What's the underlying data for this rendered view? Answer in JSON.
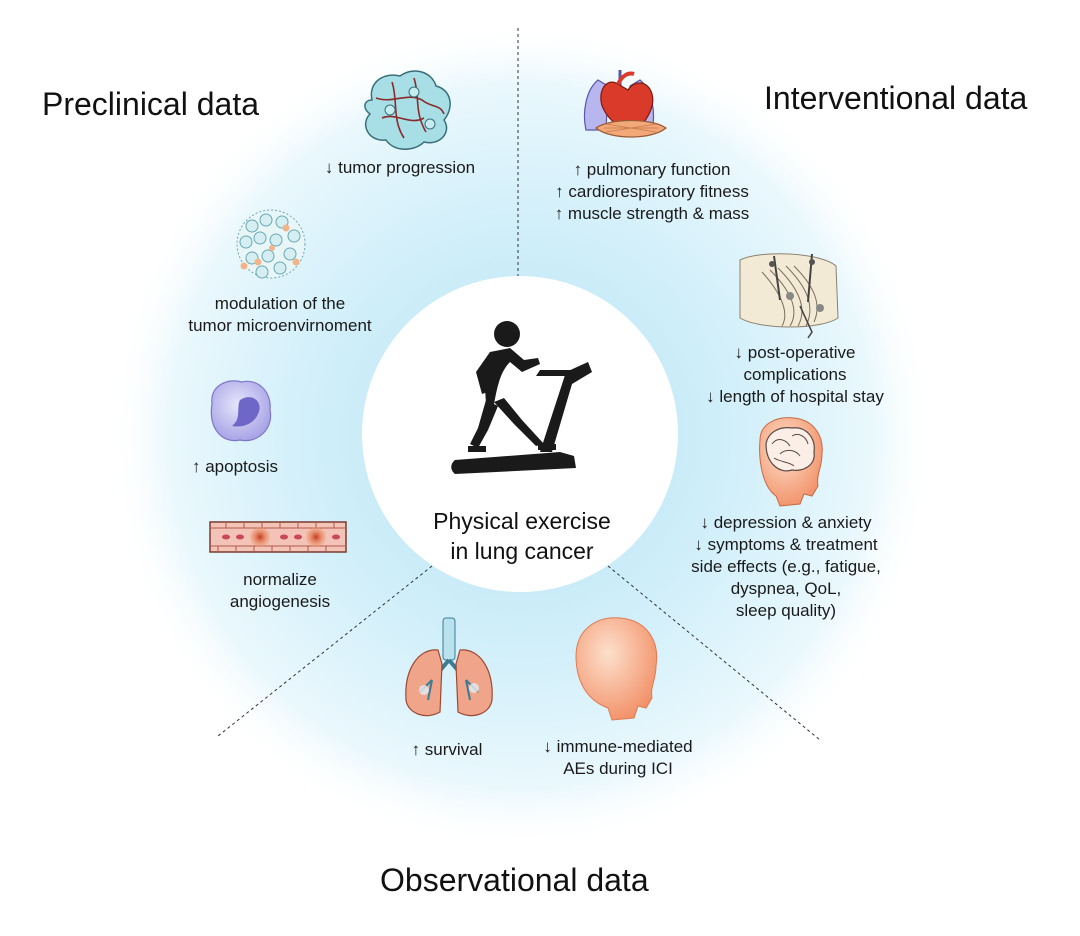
{
  "sections": {
    "preclinical": "Preclinical data",
    "interventional": "Interventional data",
    "observational": "Observational data"
  },
  "center": {
    "line1": "Physical exercise",
    "line2": "in lung cancer"
  },
  "preclinical_items": {
    "tumor_progression": [
      "↓ tumor progression"
    ],
    "microenvironment": [
      "modulation of the",
      "tumor microenvirnoment"
    ],
    "apoptosis": [
      "↑ apoptosis"
    ],
    "angiogenesis": [
      "normalize",
      "angiogenesis"
    ]
  },
  "interventional_items": {
    "fitness": [
      "↑ pulmonary function",
      "↑ cardiorespiratory fitness",
      "↑ muscle strength & mass"
    ],
    "postop": [
      "↓ post-operative",
      "complications",
      "↓ length of hospital stay"
    ],
    "mental": [
      "↓ depression & anxiety",
      "↓ symptoms & treatment",
      "side effects (e.g., fatigue,",
      "dyspnea, QoL,",
      "sleep quality)"
    ]
  },
  "observational_items": {
    "survival": [
      "↑ survival"
    ],
    "immune": [
      "↓ immune-mediated",
      "AEs during ICI"
    ]
  },
  "colors": {
    "halo": "#d8f0f8",
    "center_fill": "#ffffff",
    "divider": "#333333"
  },
  "icons": [
    "tumor-icon",
    "microenvironment-icon",
    "apoptosis-cell-icon",
    "blood-vessel-icon",
    "heart-lungs-muscle-icon",
    "chest-surgery-icon",
    "brain-head-icon",
    "lungs-icon",
    "head-icon",
    "treadmill-runner-icon"
  ]
}
